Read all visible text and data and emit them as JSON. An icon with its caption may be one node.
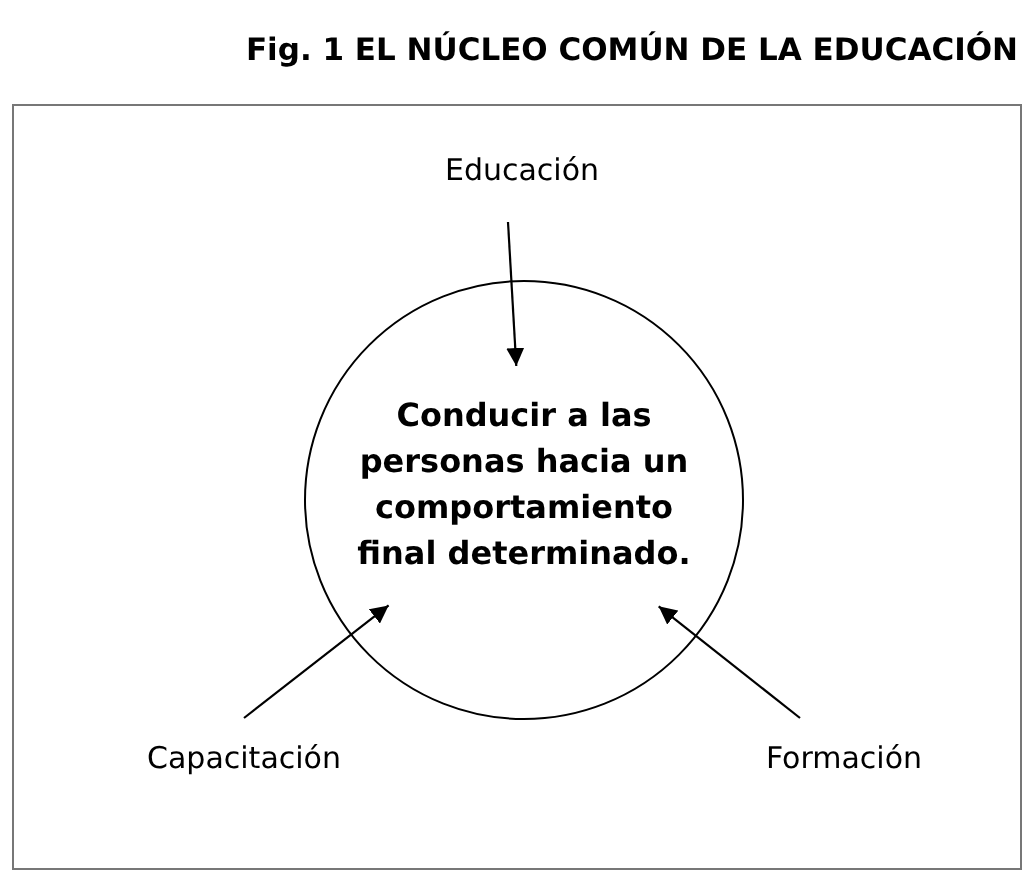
{
  "diagram": {
    "title": "Fig. 1 EL NÚCLEO COMÚN DE LA EDUCACIÓN",
    "nodes": [
      {
        "text": [
          "Educación"
        ]
      },
      {
        "text": [
          "Conducir a las personas hacia un comportamiento final determinado."
        ]
      },
      {
        "text": [
          "Capacitación"
        ]
      },
      {
        "text": [
          "Formación"
        ]
      }
    ],
    "edges": [
      {
        "from": 0,
        "to": 1,
        "arrow": "to"
      },
      {
        "from": 2,
        "to": 1,
        "arrow": "to"
      },
      {
        "from": 3,
        "to": 1,
        "arrow": "to"
      }
    ]
  }
}
